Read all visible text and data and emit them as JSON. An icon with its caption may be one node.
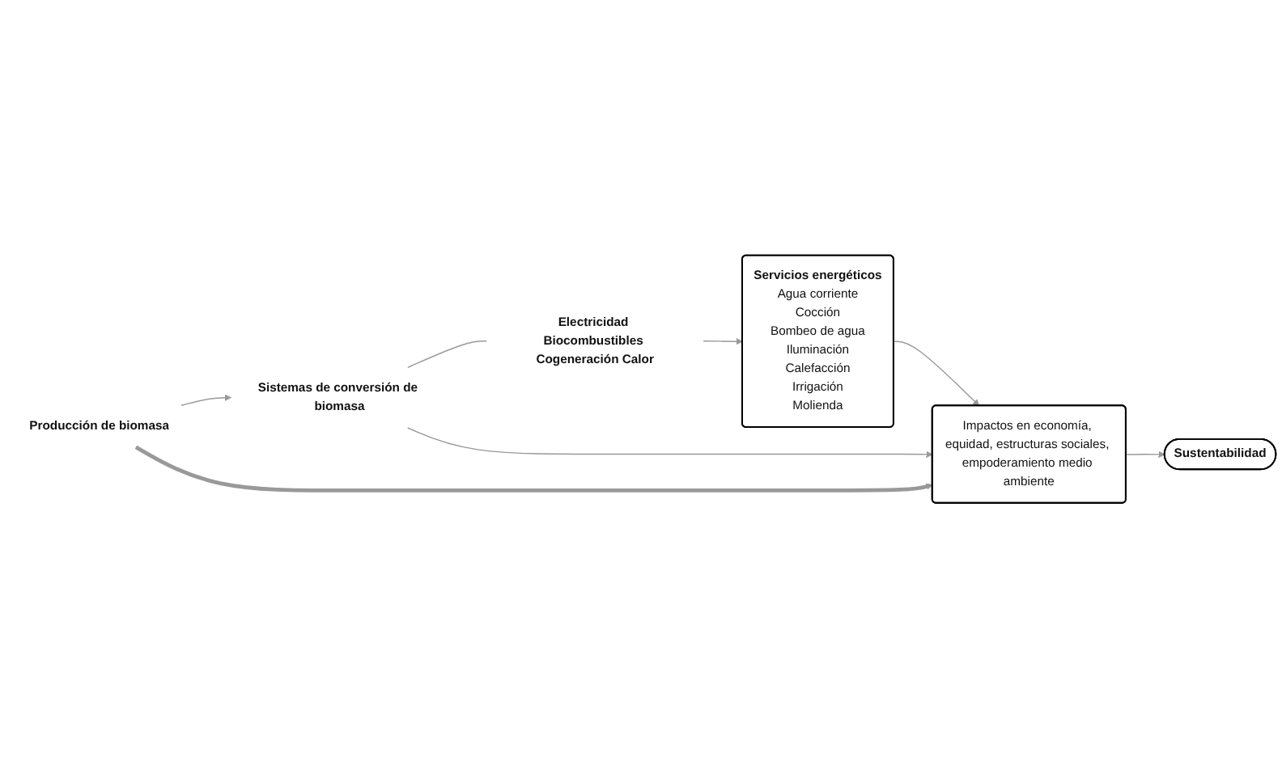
{
  "diagram": {
    "nodes": [
      {
        "text": [
          "Servicios energéticos",
          "Agua corriente",
          "Cocción",
          "Bombeo de agua",
          "Iluminación",
          "Calefacción",
          "Irrigación",
          "Molienda"
        ]
      },
      {
        "text": [
          "Electricidad Biocombustibles Cogeneración Calor"
        ]
      },
      {
        "text": [
          "Sistemas de conversión de biomasa"
        ]
      },
      {
        "text": [
          "Producción de biomasa"
        ]
      },
      {
        "text": [
          "Impactos en economía, equidad, estructuras sociales, empoderamiento medio ambiente"
        ]
      },
      {
        "text": [
          "Sustentabilidad"
        ]
      }
    ],
    "edges": [
      {
        "from": 1,
        "to": 0,
        "arrow": "to"
      },
      {
        "from": 2,
        "to": 1,
        "arrow": "none"
      },
      {
        "from": 3,
        "to": 2,
        "arrow": "to"
      },
      {
        "from": 0,
        "to": 4,
        "arrow": "to"
      },
      {
        "from": 2,
        "to": 4,
        "arrow": "to"
      },
      {
        "from": 3,
        "to": 4,
        "arrow": "to",
        "style": "thick"
      },
      {
        "from": 4,
        "to": 5,
        "arrow": "to"
      }
    ]
  }
}
